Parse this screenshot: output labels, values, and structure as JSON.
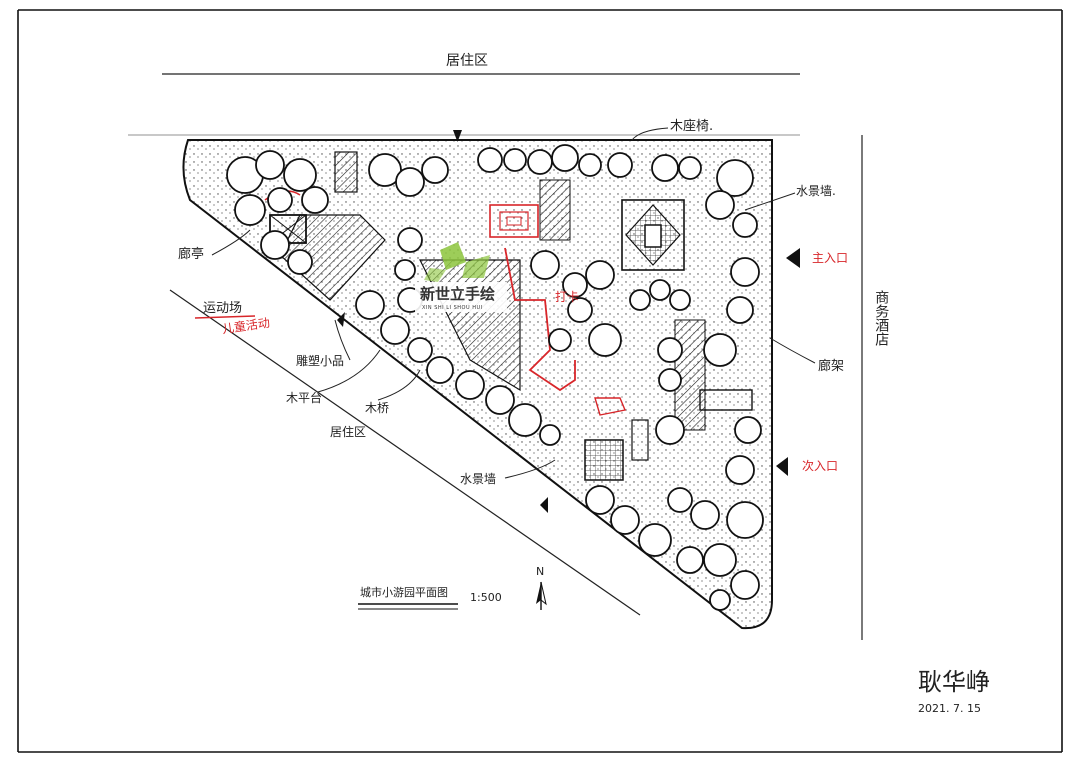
{
  "labels": {
    "residential_top": "居住区",
    "wooden_bench": "木座椅.",
    "water_feature_wall": "水景墙.",
    "pavilion": "廊亭",
    "sports_field": "运动场",
    "children_activity": "儿童活动",
    "main_entrance": "主入口",
    "commercial_hotel": "商务酒店",
    "pergola": "廊架",
    "sculpture": "雕塑小品",
    "wooden_platform": "木平台",
    "wooden_bridge": "木桥",
    "residential_left": "居住区",
    "secondary_entrance": "次入口",
    "water_feature_wall_2": "水景墙",
    "punch_in": "打卡",
    "plan_title": "城市小游园平面图",
    "scale": "1:500",
    "north": "N"
  },
  "watermark": {
    "name_cn": "新世立手绘",
    "name_pinyin": "XIN SHI LI SHOU HUI"
  },
  "signature": {
    "name": "耿华峥",
    "date": "2021. 7. 15"
  },
  "colors": {
    "ink": "#1a1a1a",
    "red_markup": "#d8262a",
    "logo_green": "#8cc43c"
  }
}
